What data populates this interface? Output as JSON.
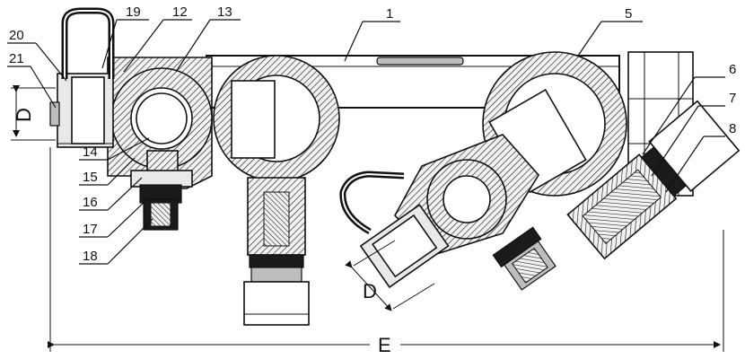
{
  "callouts": [
    {
      "id": "c1",
      "text": "1"
    },
    {
      "id": "c5",
      "text": "5"
    },
    {
      "id": "c6",
      "text": "6"
    },
    {
      "id": "c7",
      "text": "7"
    },
    {
      "id": "c8",
      "text": "8"
    },
    {
      "id": "c12",
      "text": "12"
    },
    {
      "id": "c13",
      "text": "13"
    },
    {
      "id": "c14",
      "text": "14"
    },
    {
      "id": "c15",
      "text": "15"
    },
    {
      "id": "c16",
      "text": "16"
    },
    {
      "id": "c17",
      "text": "17"
    },
    {
      "id": "c18",
      "text": "18"
    },
    {
      "id": "c19",
      "text": "19"
    },
    {
      "id": "c20",
      "text": "20"
    },
    {
      "id": "c21",
      "text": "21"
    }
  ],
  "dimensions": {
    "d_left": "D",
    "d_bottom": "D",
    "e_overall": "E"
  },
  "colors": {
    "line": "#111111",
    "fill_light": "#e9e9e9",
    "fill_dark": "#1b1b1b"
  }
}
